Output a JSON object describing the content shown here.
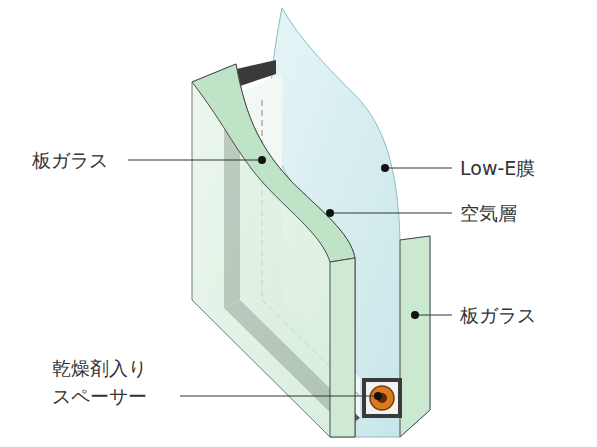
{
  "diagram": {
    "labels": [
      "板ガラス",
      "Low-E膜",
      "空気層",
      "板ガラス",
      "乾燥剤入り スペーサー"
    ]
  }
}
